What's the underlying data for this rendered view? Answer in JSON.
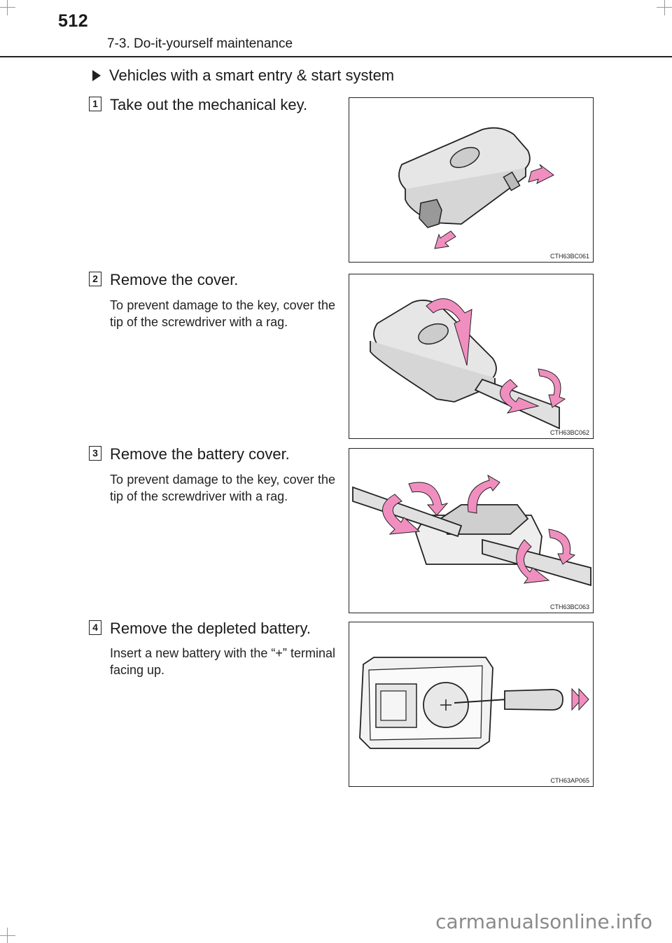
{
  "header": {
    "page_number": "512",
    "section_title": "7-3. Do-it-yourself maintenance"
  },
  "subheading": "Vehicles with a smart entry & start system",
  "steps": [
    {
      "number": "1",
      "title": "Take out the mechanical key.",
      "note": "",
      "figure_code": "CTH63BC061"
    },
    {
      "number": "2",
      "title": "Remove the cover.",
      "note": "To prevent damage to the key, cover the tip of the screwdriver with a rag.",
      "figure_code": "CTH63BC062"
    },
    {
      "number": "3",
      "title": "Remove the battery cover.",
      "note": "To prevent damage to the key, cover the tip of the screwdriver with a rag.",
      "figure_code": "CTH63BC063"
    },
    {
      "number": "4",
      "title": "Remove the depleted battery.",
      "note": "Insert a new battery with the “+” terminal facing up.",
      "figure_code": "CTH63AP065"
    }
  ],
  "watermark": "carmanualsonline.info",
  "colors": {
    "arrow_pink": "#f08fbf",
    "text": "#1a1a1a",
    "key_fill": "#e4e4e4"
  }
}
